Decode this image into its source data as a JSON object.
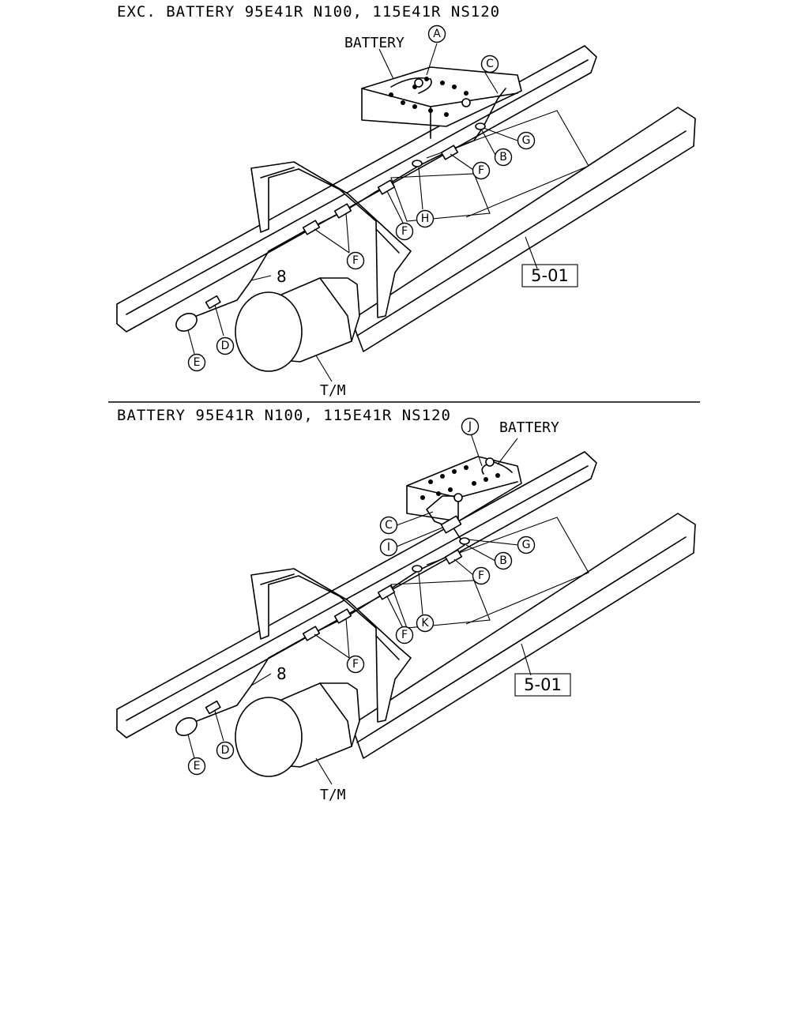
{
  "sections": [
    {
      "title": "EXC. BATTERY 95E41R N100, 115E41R NS120",
      "battery_label": "BATTERY",
      "part_number_label": "8",
      "reference_box": "5-01",
      "transmission_label": "T/M",
      "callouts": [
        "A",
        "C",
        "G",
        "B",
        "F",
        "H",
        "F",
        "F",
        "D",
        "E"
      ]
    },
    {
      "title": "BATTERY 95E41R N100, 115E41R NS120",
      "battery_label": "BATTERY",
      "part_number_label": "8",
      "reference_box": "5-01",
      "transmission_label": "T/M",
      "callouts": [
        "J",
        "C",
        "I",
        "G",
        "B",
        "F",
        "K",
        "F",
        "F",
        "D",
        "E"
      ]
    }
  ]
}
